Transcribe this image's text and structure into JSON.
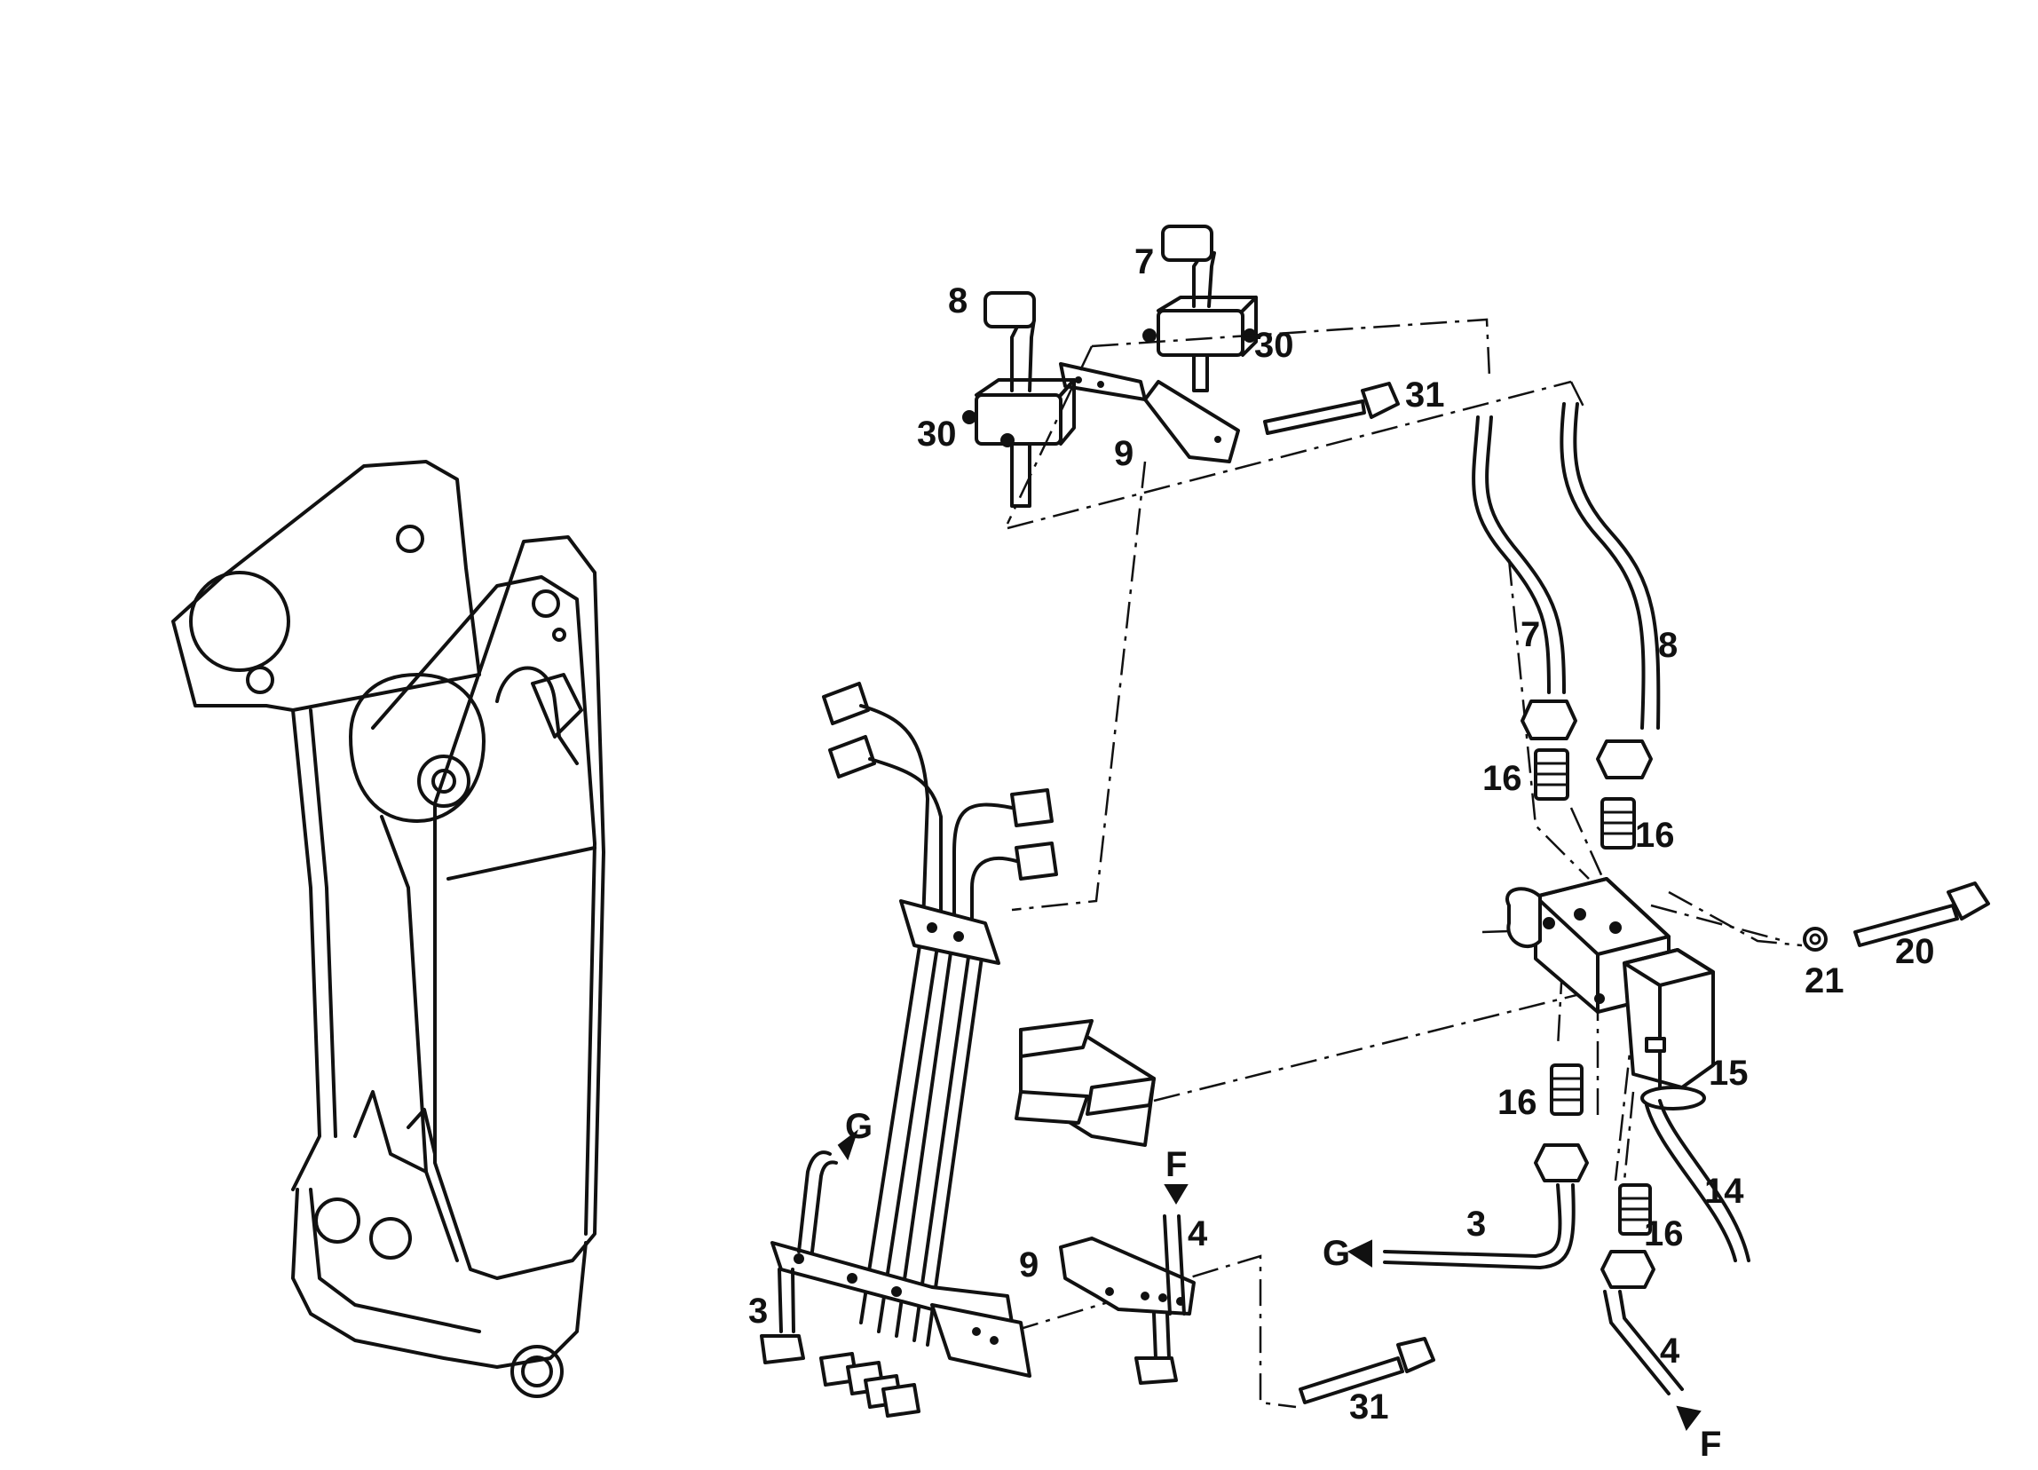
{
  "labels": {
    "l8_top": "8",
    "l7_top": "7",
    "l30_left": "30",
    "l30_right": "30",
    "l31_top": "31",
    "l9_top": "9",
    "l7_pipe": "7",
    "l8_pipe": "8",
    "l16_a": "16",
    "l16_b": "16",
    "l16_c": "16",
    "l16_d": "16",
    "l21": "21",
    "l20": "20",
    "l15": "15",
    "l14": "14",
    "l3_right": "3",
    "l4_right": "4",
    "l4_mid": "4",
    "l9_bottom": "9",
    "l31_bottom": "31",
    "l3_left": "3",
    "g_left": "G",
    "g_right": "G",
    "f_mid": "F",
    "f_right": "F"
  },
  "colors": {
    "ink": "#111111",
    "paper": "#ffffff"
  }
}
